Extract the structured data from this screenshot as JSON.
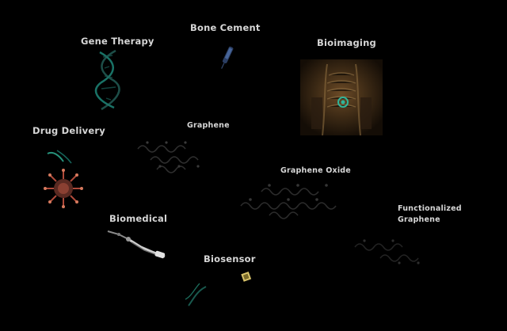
{
  "labels": {
    "gene_therapy": "Gene Therapy",
    "bone_cement": "Bone Cement",
    "bioimaging": "Bioimaging",
    "drug_delivery": "Drug Delivery",
    "graphene": "Graphene",
    "graphene_oxide": "Graphene Oxide",
    "functionalized_graphene_line1": "Functionalized",
    "functionalized_graphene_line2": "Graphene",
    "biomedical": "Biomedical",
    "biosensor": "Biosensor"
  },
  "colors": {
    "background": "#000000",
    "label": "#d6d6d6",
    "accent_teal": "#2fb59a",
    "dna_teal": "#1f8f80",
    "bone_blue": "#4f6fa6",
    "virus_red": "#b04a3a",
    "imaging_brown": "#6b4a26",
    "lattice_gray": "#3a3a3a",
    "biosensor_yellow": "#d9c36a"
  },
  "icons": {
    "gene_therapy": "dna-helix-icon",
    "bone_cement": "syringe-icon",
    "bioimaging": "body-scan-icon",
    "drug_delivery": "virus-icon",
    "graphene": "graphene-lattice-icon",
    "graphene_oxide": "graphene-oxide-lattice-icon",
    "functionalized_graphene": "functionalized-lattice-icon",
    "biomedical": "surgical-tool-icon",
    "biosensor": "biosensor-chip-icon"
  }
}
